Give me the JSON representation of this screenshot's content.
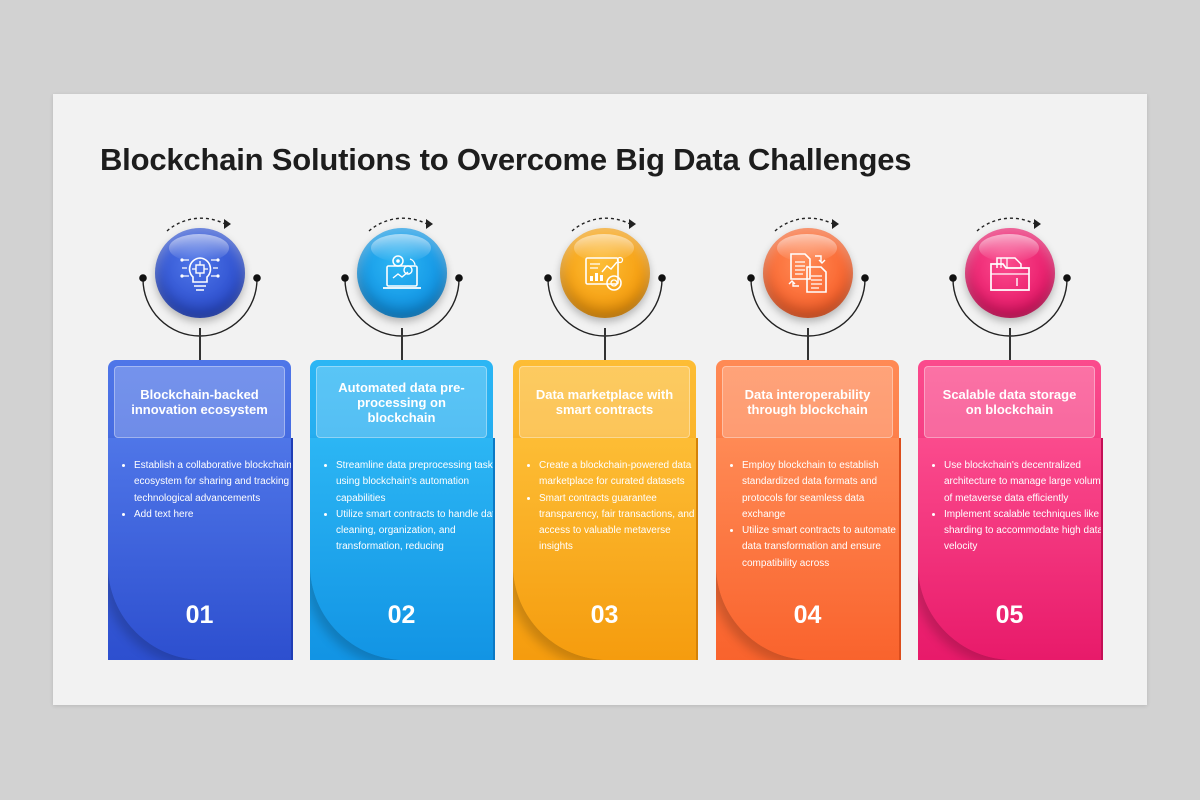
{
  "title": "Blockchain Solutions to Overcome Big Data Challenges",
  "steps": [
    {
      "number": "01",
      "heading": "Blockchain-backed innovation ecosystem",
      "bullets": [
        "Establish a collaborative blockchain ecosystem for sharing and tracking technological advancements",
        "Add text here"
      ],
      "icon": "lightbulb-circuit-icon",
      "color_top": "#4f76e8",
      "color_bottom": "#2d4fcf",
      "color_dark": "#1f3db5"
    },
    {
      "number": "02",
      "heading": "Automated data pre-processing on blockchain",
      "bullets": [
        "Streamline data preprocessing tasks using blockchain's automation capabilities",
        "Utilize smart contracts to handle data cleaning, organization, and transformation, reducing"
      ],
      "icon": "laptop-gears-icon",
      "color_top": "#2cb6f4",
      "color_bottom": "#1294e4",
      "color_dark": "#0c79c4"
    },
    {
      "number": "03",
      "heading": "Data marketplace with smart contracts",
      "bullets": [
        "Create a blockchain-powered data marketplace for curated datasets",
        "Smart contracts guarantee transparency, fair transactions, and access to valuable metaverse insights"
      ],
      "icon": "analytics-dashboard-icon",
      "color_top": "#fdbd35",
      "color_bottom": "#f59c0e",
      "color_dark": "#d48208"
    },
    {
      "number": "04",
      "heading": "Data interoperability through blockchain",
      "bullets": [
        "Employ blockchain to establish standardized data formats and protocols for seamless data exchange",
        "Utilize smart contracts to automate data transformation and ensure compatibility across"
      ],
      "icon": "document-exchange-icon",
      "color_top": "#ff8a55",
      "color_bottom": "#f9632d",
      "color_dark": "#db4d1c"
    },
    {
      "number": "05",
      "heading": "Scalable data storage on blockchain",
      "bullets": [
        "Use blockchain's decentralized architecture to manage large volumes of metaverse data efficiently",
        "Implement scalable techniques like sharding to accommodate high data velocity"
      ],
      "icon": "folder-storage-icon",
      "color_top": "#fb4b8d",
      "color_bottom": "#e81a6a",
      "color_dark": "#c40f56"
    }
  ]
}
